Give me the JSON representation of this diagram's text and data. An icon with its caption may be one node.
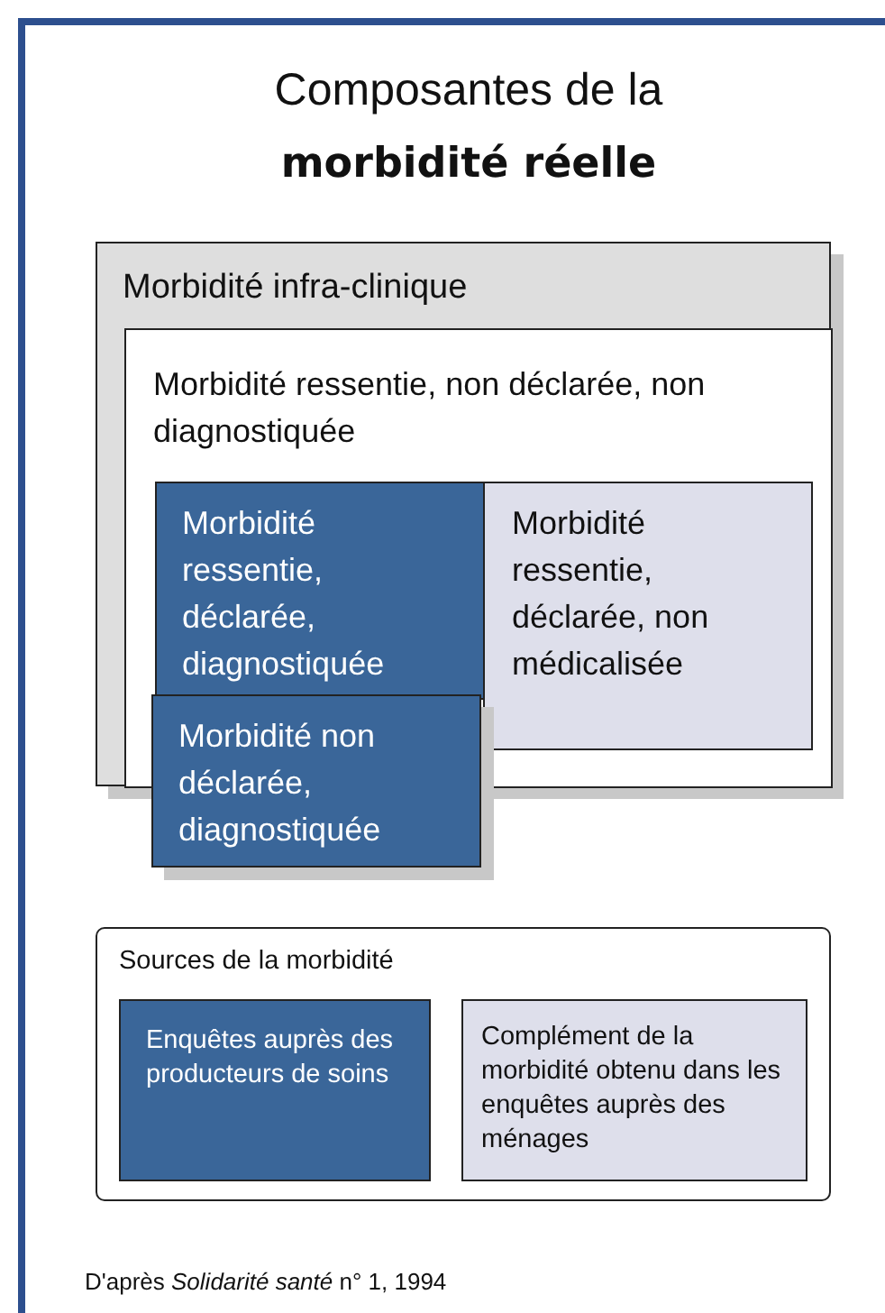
{
  "diagram": {
    "title": "Composantes de la **morbidité réelle**",
    "caption": "D'après *Solidarité santé* n° 1, 1994",
    "nodes": [
      {
        "text": [
          "Morbidité infra-clinique"
        ]
      },
      {
        "text": [
          "Morbidité ressentie, non déclarée, non diagnostiquée"
        ],
        "in": 0
      },
      {
        "text": [
          "Morbidité ressentie, déclarée, diagnostiquée"
        ],
        "in": 1
      },
      {
        "text": [
          "Morbidité ressentie, déclarée, non médicalisée"
        ],
        "in": 1
      },
      {
        "text": [
          "Morbidité non déclarée, diagnostiquée"
        ]
      },
      {
        "text": [
          "Sources de la morbidité"
        ]
      },
      {
        "text": [
          "Enquêtes auprès des producteurs de soins"
        ],
        "in": 5
      },
      {
        "text": [
          "Complément de la morbidité obtenu dans les enquêtes auprès des ménages"
        ],
        "in": 5
      }
    ],
    "edges": []
  }
}
